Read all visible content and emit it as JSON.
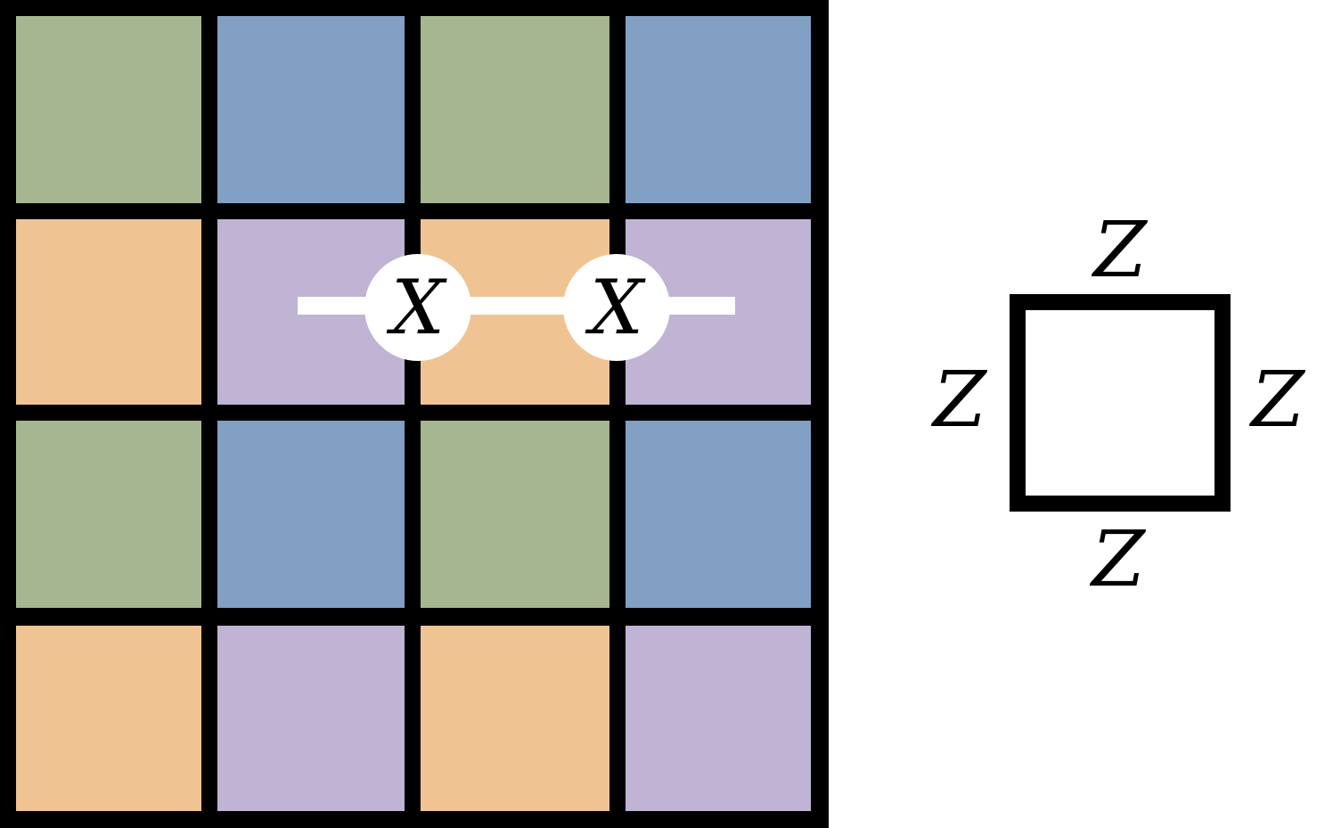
{
  "lattice": {
    "rows": [
      [
        "green",
        "blue",
        "green",
        "blue"
      ],
      [
        "orange",
        "purple",
        "orange",
        "purple"
      ],
      [
        "green",
        "blue",
        "green",
        "blue"
      ],
      [
        "orange",
        "purple",
        "orange",
        "purple"
      ]
    ],
    "colors": {
      "green": "#a6b691",
      "blue": "#82a0c3",
      "orange": "#f0c393",
      "purple": "#c0b3d4",
      "grid_line": "#000000"
    }
  },
  "operator": {
    "label_1": "X",
    "label_2": "X",
    "line_color": "#ffffff",
    "node_fill": "#ffffff"
  },
  "stabilizer": {
    "top": "Z",
    "left": "Z",
    "right": "Z",
    "bottom": "Z"
  }
}
